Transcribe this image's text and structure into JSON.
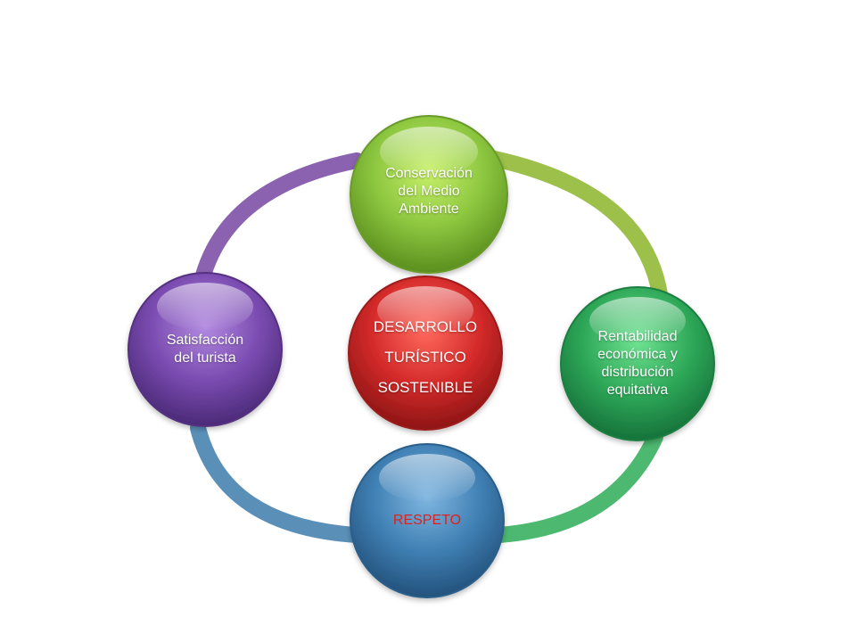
{
  "nodes": {
    "center": {
      "lines": [
        "DESARROLLO",
        "TURÍSTICO",
        "SOSTENIBLE"
      ],
      "color": "#d42a2a"
    },
    "top": {
      "text": "Conservación\ndel Medio\nAmbiente",
      "color": "#8cc63f"
    },
    "right": {
      "text": "Rentabilidad\neconómica y\ndistribución\nequitativa",
      "color": "#2ea858"
    },
    "bottom": {
      "text": "RESPETO",
      "color": "#3f7fb3",
      "text_color": "#e0201c"
    },
    "left": {
      "text": "Satisfacción\ndel turista",
      "color": "#7a4bb0"
    }
  },
  "ring_colors": {
    "top_right": "#9cc04a",
    "right_bottom": "#4cb870",
    "bottom_left": "#5a90b8",
    "left_top": "#8a62b0"
  }
}
